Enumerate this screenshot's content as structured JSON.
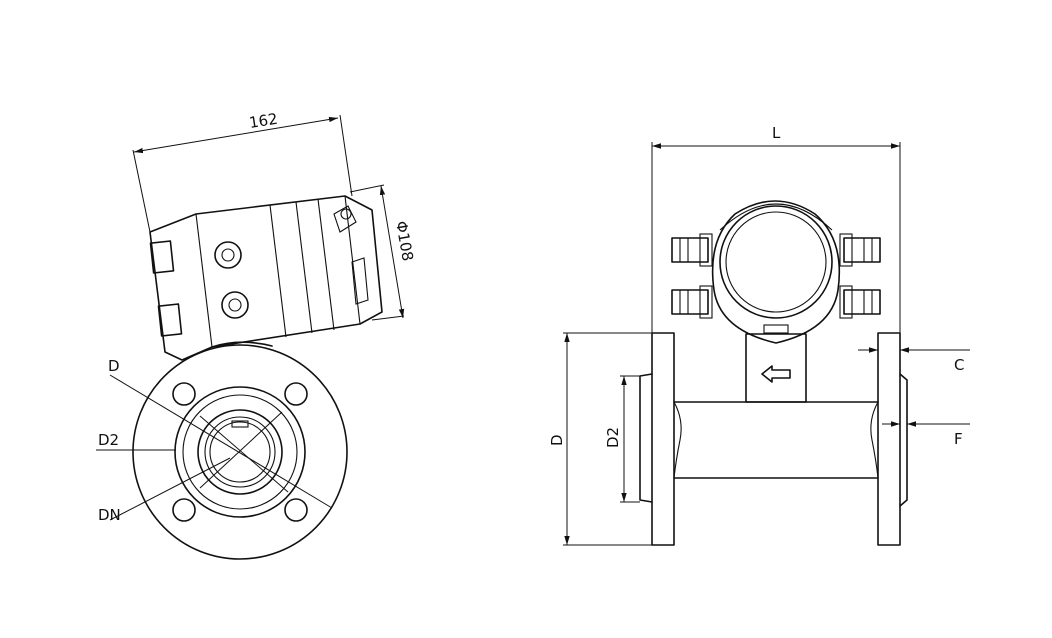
{
  "side_view": {
    "dimension_width": "162",
    "dimension_diameter": "Φ108",
    "label_D": "D",
    "label_D2": "D2",
    "label_DN": "DN"
  },
  "front_view": {
    "label_L": "L",
    "label_D": "D",
    "label_D2": "D2",
    "label_C": "C",
    "label_F": "F"
  }
}
